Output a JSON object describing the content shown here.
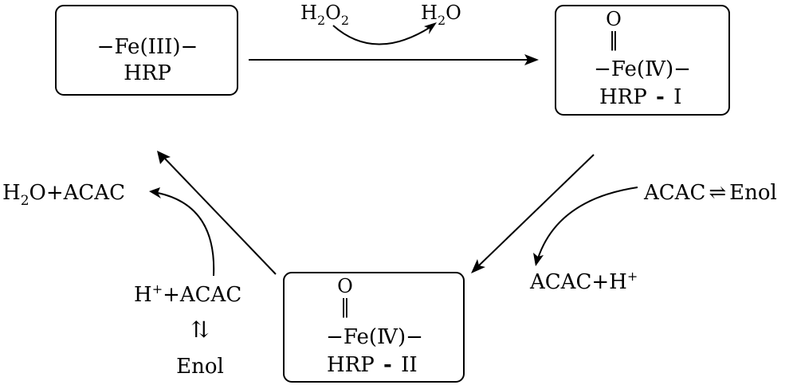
{
  "title": "HRP catalytic cycle with ACAC",
  "nodes": {
    "fe3": {
      "formula": "−Fe(III)−",
      "label": "HRP"
    },
    "hrp1": {
      "oxo": "O",
      "double_bond": "‖",
      "formula": "−Fe(Ⅳ)−",
      "label": "HRP",
      "label_sep": "-",
      "label_num": "I"
    },
    "hrp2": {
      "oxo": "O",
      "double_bond": "‖",
      "formula": "−Fe(Ⅳ)−",
      "label": "HRP",
      "label_sep": "-",
      "label_num": "II"
    }
  },
  "step1": {
    "reactant_main": "H",
    "reactant_sub1": "2",
    "reactant_mid": "O",
    "reactant_sub2": "2",
    "product_main": "H",
    "product_sub": "2",
    "product_end": "O"
  },
  "step2": {
    "equilibrium_left": "ACAC",
    "equilibrium_symbol": "⇌",
    "equilibrium_right": "Enol",
    "product_main": "ACAC+H",
    "product_sup": "+"
  },
  "step3": {
    "reactant_main": "H",
    "reactant_sup": "+",
    "reactant_end": "+ACAC",
    "equilibrium_symbol": "⇅",
    "equilibrium_bottom": "Enol",
    "product_main": "H",
    "product_sub": "2",
    "product_end": "O+ACAC"
  }
}
